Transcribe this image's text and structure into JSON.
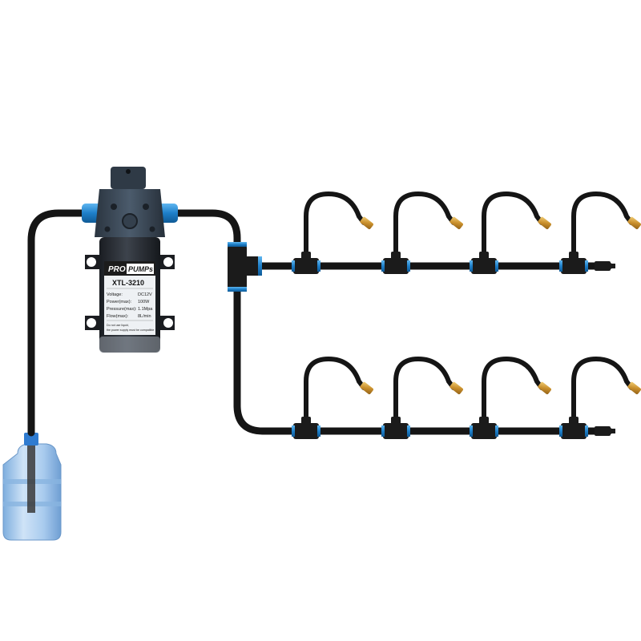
{
  "pump": {
    "brand_pro": "PRO",
    "brand_pumps": "PUMPs",
    "model": "XTL-3210",
    "specs": [
      {
        "key": "Voltage:",
        "value": "DC12V"
      },
      {
        "key": "Power(max):",
        "value": "100W"
      },
      {
        "key": "Pressure(max):",
        "value": "1.1Mpa"
      },
      {
        "key": "Flow(max):",
        "value": "8L/min"
      }
    ],
    "fine_print_1": "Do not use liquid,",
    "fine_print_2": "the power supply must be compatible"
  },
  "misting_lines": {
    "rows": 2,
    "nozzles_per_row": 4
  },
  "colors": {
    "hose": "#151515",
    "fitting_accent": "#2a8fd6",
    "brass_nozzle": "#d9a441",
    "bottle": "#9fc6ec",
    "pump_body": "#2b2f36",
    "pump_head": "#3a4a5c"
  }
}
